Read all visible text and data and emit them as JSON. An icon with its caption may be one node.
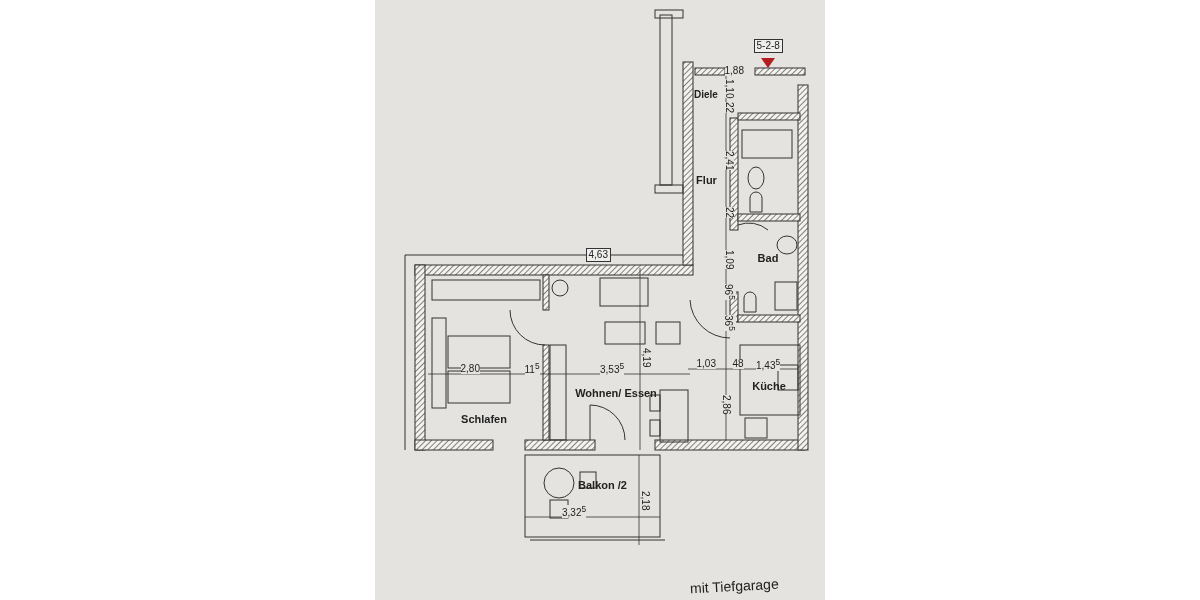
{
  "diagram": {
    "caption": "mit Tiefgarage",
    "nodes": [
      {
        "text": [
          "Diele"
        ]
      },
      {
        "text": [
          "Flur"
        ]
      },
      {
        "text": [
          "Bad"
        ]
      },
      {
        "text": [
          "Küche"
        ]
      },
      {
        "text": [
          "Wohnen/ Essen"
        ]
      },
      {
        "text": [
          "Schlafen"
        ]
      },
      {
        "text": [
          "Balkon /2"
        ]
      }
    ],
    "labels": [
      "5-2-8",
      "1,88",
      "1,10",
      "22",
      "2,41",
      "22",
      "1,09",
      "96$^{5}$",
      "36$^{5}$",
      "4,63",
      "4,19",
      "2,80",
      "11$^{5}$",
      "3,53$^{5}$",
      "1,03",
      "48",
      "1,43$^{5}$",
      "2,86",
      "2,18",
      "3,32$^{5}$"
    ]
  }
}
